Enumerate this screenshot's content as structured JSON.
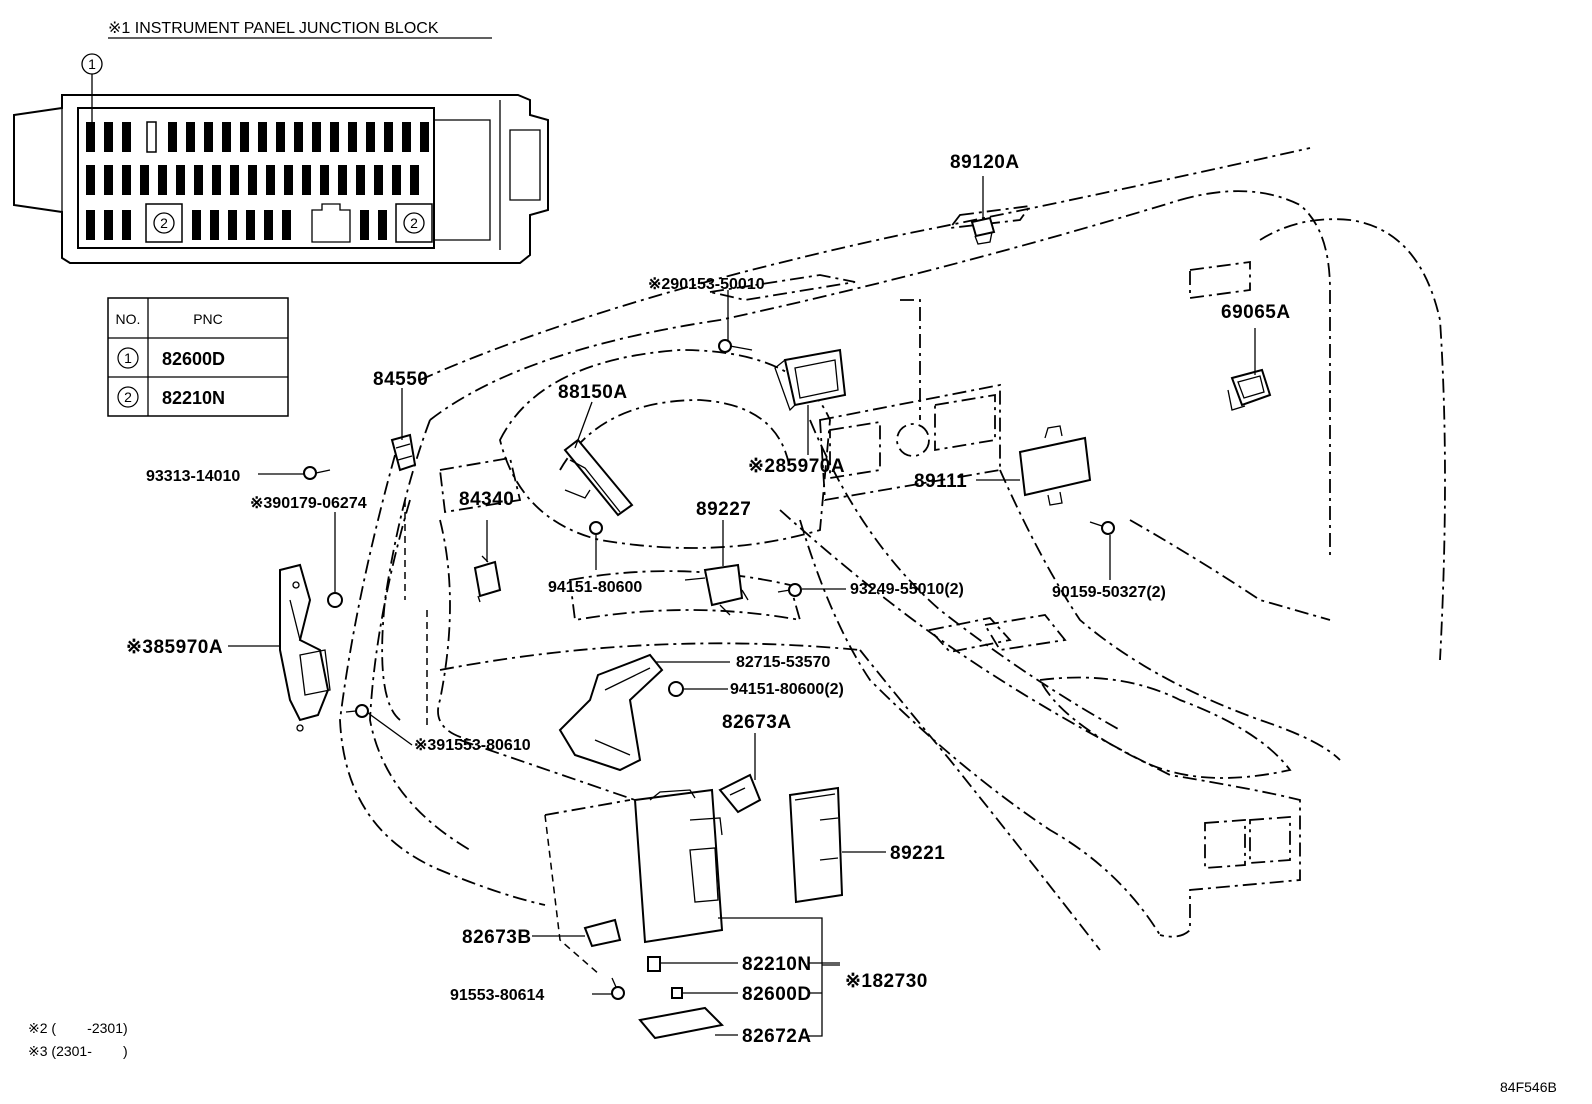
{
  "junction_block": {
    "title": "※1 INSTRUMENT PANEL JUNCTION BLOCK",
    "callout_1": "1",
    "callout_2a": "2",
    "callout_2b": "2"
  },
  "pnc_table": {
    "header_no": "NO.",
    "header_pnc": "PNC",
    "rows": [
      {
        "no": "1",
        "pnc": "82600D"
      },
      {
        "no": "2",
        "pnc": "82210N"
      }
    ]
  },
  "parts": {
    "p89120A": "89120A",
    "p90153": "※290153-50010",
    "p69065A": "69065A",
    "p84550": "84550",
    "p88150A": "88150A",
    "p85970A_top": "※285970A",
    "p89111": "89111",
    "p93313": "93313-14010",
    "p90179": "※390179-06274",
    "p84340": "84340",
    "p89227": "89227",
    "p94151_a": "94151-80600",
    "p93249": "93249-55010(2)",
    "p90159": "90159-50327(2)",
    "p85970A_left": "※385970A",
    "p82715": "82715-53570",
    "p94151_b": "94151-80600(2)",
    "p82673A": "82673A",
    "p91553_80610": "※391553-80610",
    "p89221": "89221",
    "p82673B": "82673B",
    "p82210N": "82210N",
    "p82730": "※182730",
    "p91553_80614": "91553-80614",
    "p82600D": "82600D",
    "p82672A": "82672A"
  },
  "notes": {
    "note2": "※2 (        -2301)",
    "note3": "※3 (2301-        )"
  },
  "diagram_id": "84F546B"
}
